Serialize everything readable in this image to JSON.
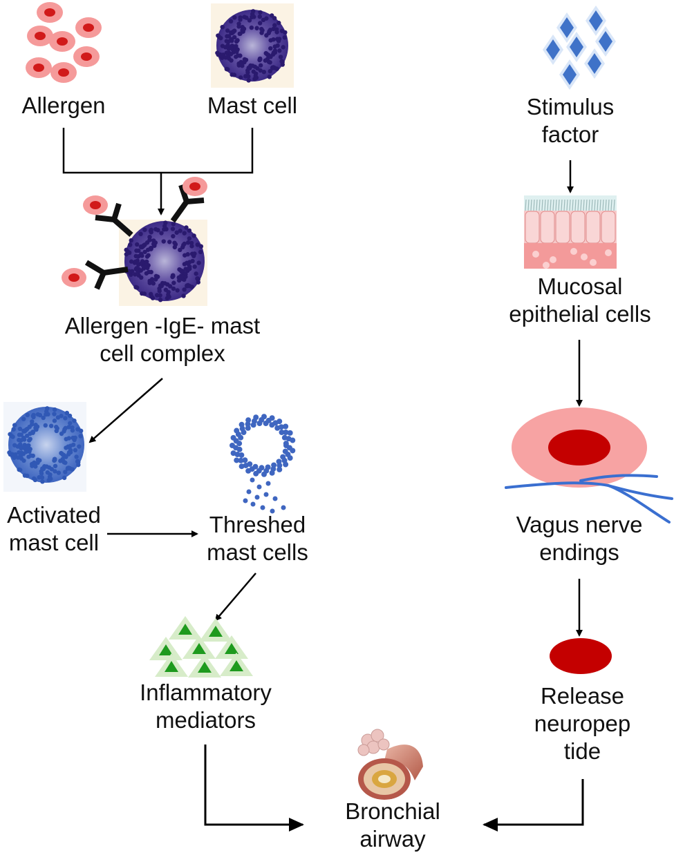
{
  "left_pathway": {
    "allergen": "Allergen",
    "mast_cell": "Mast cell",
    "complex": [
      "Allergen -IgE- mast",
      "cell complex"
    ],
    "activated": [
      "Activated",
      "mast cell"
    ],
    "threshed": [
      "Threshed",
      "mast cells"
    ],
    "mediators": [
      "Inflammatory",
      "mediators"
    ]
  },
  "right_pathway": {
    "stimulus": [
      "Stimulus",
      "factor"
    ],
    "mucosal": [
      "Mucosal",
      "epithelial cells"
    ],
    "vagus": [
      "Vagus nerve",
      "endings"
    ],
    "release": [
      "Release",
      "neuropep",
      "tide"
    ]
  },
  "target": {
    "bronchial": [
      "Bronchial",
      "airway"
    ]
  },
  "colors": {
    "allergen_outer": "#f59a9a",
    "allergen_inner": "#d11a1a",
    "mast_cell": "#3c2a86",
    "mast_cell_bg": "#fbf3e4",
    "activated_cell": "#3f66c0",
    "stimulus_diamond": "#3f72c8",
    "epithelium": "#f7b2b2",
    "nerve": "#3a6fd0",
    "neuropeptide": "#c40000",
    "mediator_triangle": "#1e9a1e",
    "airway": "#c86a55"
  }
}
